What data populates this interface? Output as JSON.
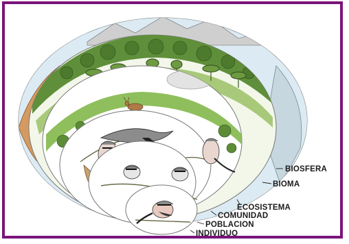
{
  "diagram": {
    "levels": [
      {
        "key": "biosfera",
        "label": "BIOSFERA"
      },
      {
        "key": "bioma",
        "label": "BIOMA"
      },
      {
        "key": "ecosistema",
        "label": "ECOSISTEMA"
      },
      {
        "key": "comunidad",
        "label": "COMUNIDAD"
      },
      {
        "key": "poblacion",
        "label": "POBLACION"
      },
      {
        "key": "individuo",
        "label": "INDIVIDUO"
      }
    ]
  },
  "colors": {
    "frame": "#7a147a",
    "sky": "#cfe6f2",
    "cliff": "#c98a55",
    "forest": "#5f8f3a",
    "grass": "#9cc46a",
    "mountain": "#d9d9d9",
    "bird_grey": "#8c8c8c",
    "bird_dark": "#222222",
    "bird_chest": "#e8c9bf"
  }
}
